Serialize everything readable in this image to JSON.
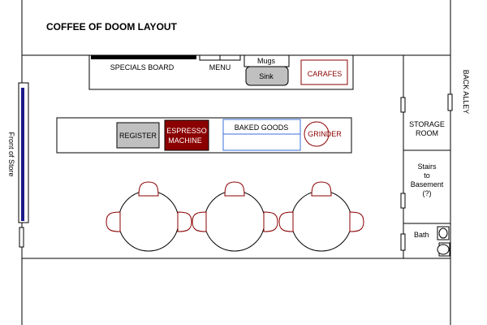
{
  "title": "COFFEE OF DOOM LAYOUT",
  "labels": {
    "specials_board": "SPECIALS BOARD",
    "menu": "MENU",
    "mugs": "Mugs",
    "sink": "Sink",
    "carafes": "CARAFES",
    "register": "REGISTER",
    "espresso_line1": "ESPRESSO",
    "espresso_line2": "MACHINE",
    "baked_goods": "BAKED GOODS",
    "grinder": "GRINDER",
    "front_of_store": "Front of Store",
    "back_alley": "BACK ALLEY",
    "storage_line1": "STORAGE",
    "storage_line2": "ROOM",
    "stairs_line1": "Stairs",
    "stairs_line2": "to",
    "stairs_line3": "Basement",
    "stairs_line4": "(?)",
    "bath": "Bath"
  },
  "colors": {
    "line": "#000000",
    "chair": "#8b0000",
    "espresso": "#8b0000",
    "register_fill": "#c0c0c0",
    "sink_fill": "#c0c0c0",
    "baked_goods_border": "#3a6fd8",
    "front_window": "#1a1a8c",
    "specials_board": "#000000"
  }
}
